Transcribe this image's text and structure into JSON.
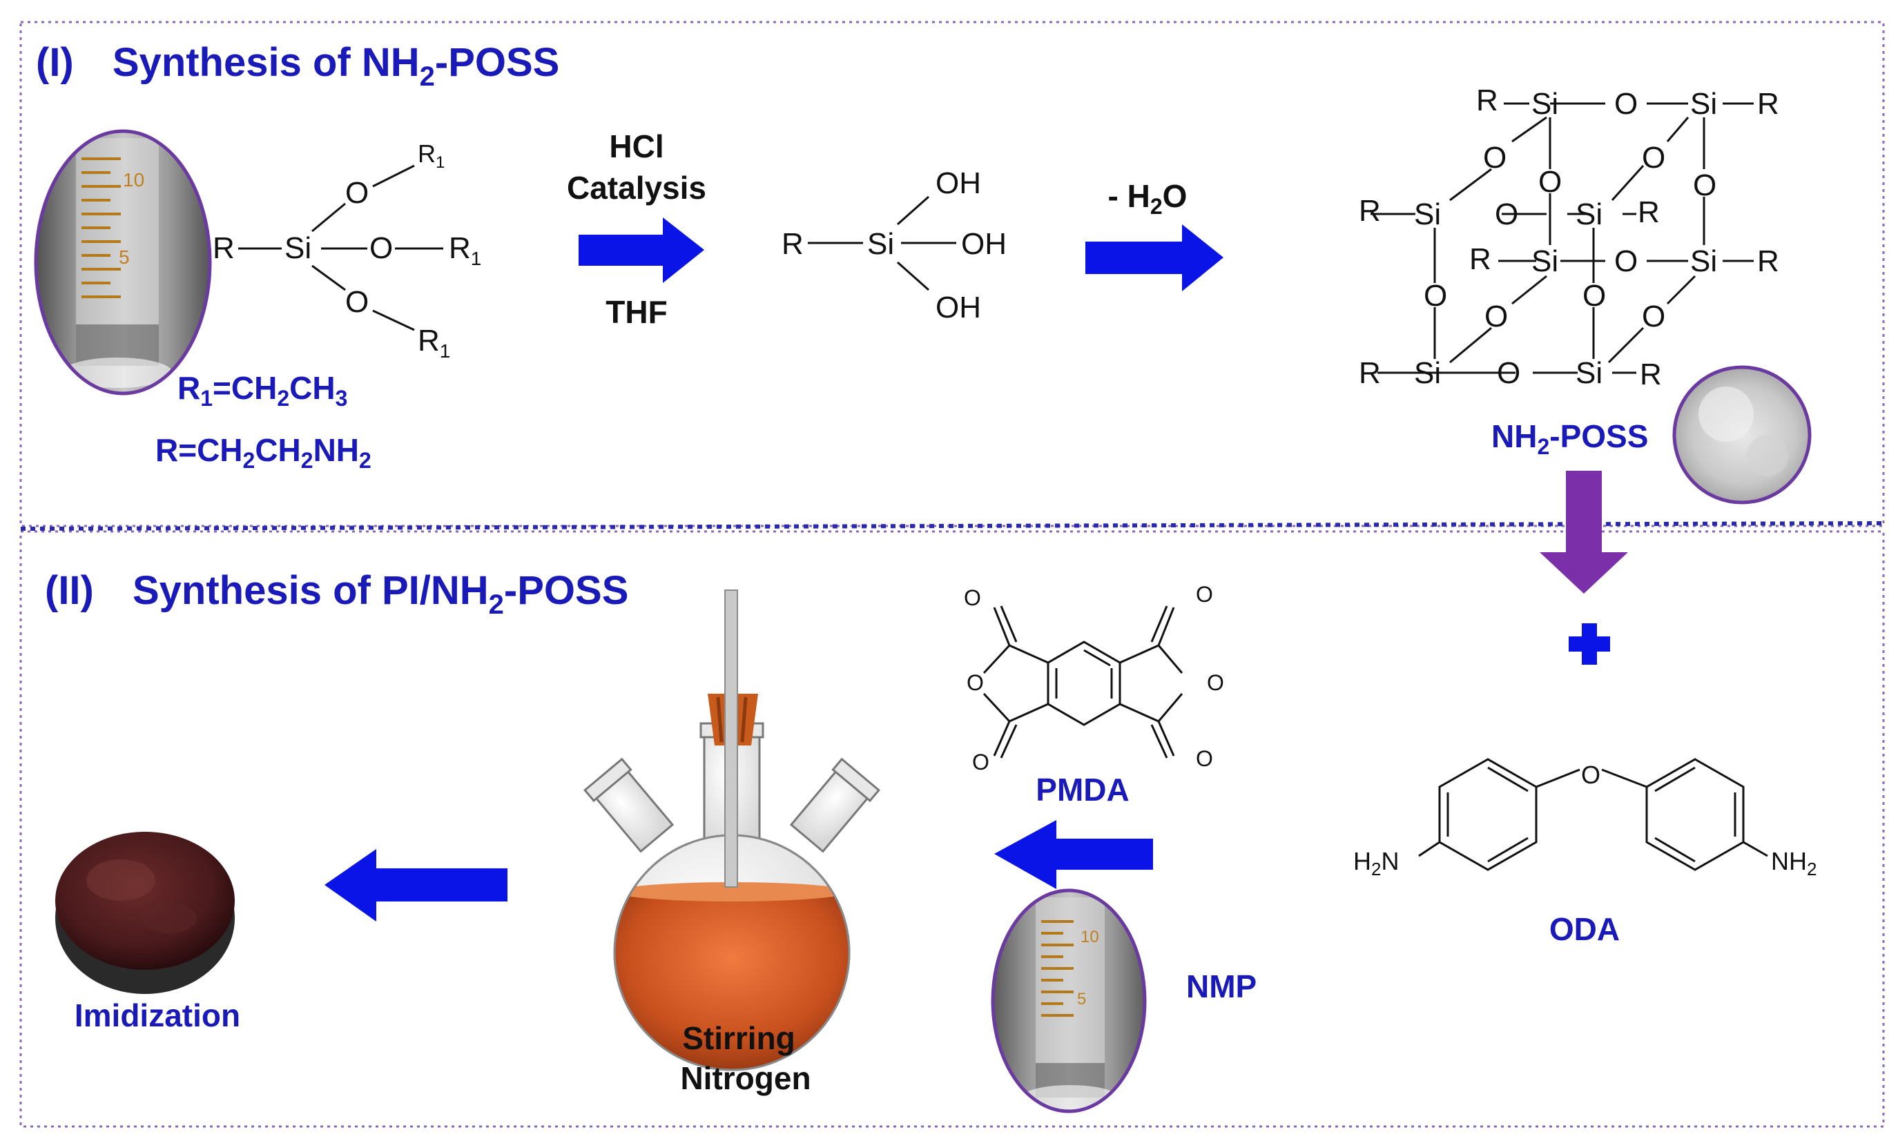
{
  "section1": {
    "roman": "(I)",
    "title_pre": "Synthesis of NH",
    "title_sub": "2",
    "title_post": "-POSS"
  },
  "section2": {
    "roman": "(II)",
    "title_pre": "Synthesis of PI/NH",
    "title_sub": "2",
    "title_post": "-POSS"
  },
  "step1": {
    "reagent": "HCl",
    "reagent2": "Catalysis",
    "solvent": "THF",
    "elim_pre": "- H",
    "elim_sub": "2",
    "elim_post": "O"
  },
  "silane": {
    "R": "R",
    "Si": "Si",
    "O": "O",
    "R1": "R",
    "R1_sub": "1"
  },
  "defs": {
    "r1_a": "R",
    "r1_b": "1",
    "r1_c": "=CH",
    "r1_d": "2",
    "r1_e": "CH",
    "r1_f": "3",
    "r_a": "R=CH",
    "r_b": "2",
    "r_c": "CH",
    "r_d": "2",
    "r_e": "NH",
    "r_f": "2"
  },
  "silanetriol": {
    "R": "R",
    "Si": "Si",
    "OH": "OH"
  },
  "poss": {
    "Si": "Si",
    "O": "O",
    "R": "R",
    "label_pre": "NH",
    "label_sub": "2",
    "label_post": "-POSS"
  },
  "cylinder": {
    "mark10": "10",
    "mark5": "5"
  },
  "pmda": {
    "label": "PMDA",
    "O": "O"
  },
  "oda": {
    "label": "ODA",
    "O": "O",
    "h2n_a": "H",
    "h2n_b": "2",
    "h2n_c": "N",
    "nh2_a": "NH",
    "nh2_b": "2"
  },
  "nmp": {
    "label": "NMP"
  },
  "flask": {
    "line1": "Stirring",
    "line2": "Nitrogen"
  },
  "product": {
    "label": "Imidization"
  },
  "colors": {
    "title_blue": "#1a1ab8",
    "arrow_blue": "#0a14e6",
    "arrow_purple": "#7b2fa8",
    "frame_purple": "#7a5aa8",
    "divider_blue": "#2a2ab0"
  }
}
